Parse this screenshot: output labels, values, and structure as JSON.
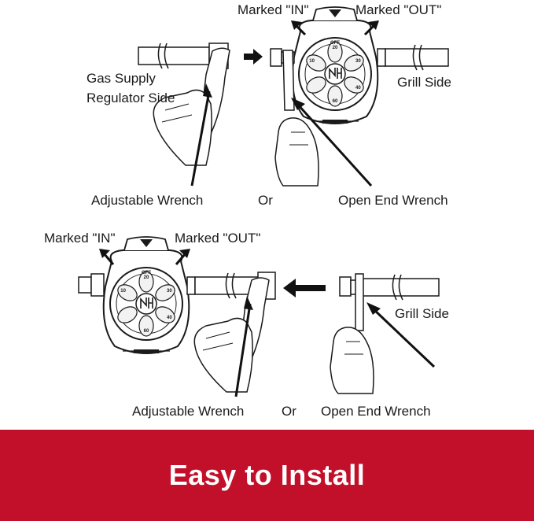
{
  "labels": {
    "top_in": "Marked \"IN\"",
    "top_out": "Marked \"OUT\"",
    "gas_supply_1": "Gas Supply",
    "gas_supply_2": "Regulator Side",
    "grill_side_top": "Grill Side",
    "adj_wrench_top": "Adjustable Wrench",
    "or_top": "Or",
    "open_wrench_top": "Open End Wrench",
    "bottom_in": "Marked \"IN\"",
    "bottom_out": "Marked \"OUT\"",
    "grill_side_bottom": "Grill Side",
    "adj_wrench_bottom": "Adjustable Wrench",
    "or_bottom": "Or",
    "open_wrench_bottom": "Open End Wrench"
  },
  "regulator_dial": {
    "off": "OFF",
    "marks": [
      "10",
      "20",
      "30",
      "40",
      "60"
    ]
  },
  "banner": {
    "title": "Easy to Install",
    "color": "#c3102a"
  }
}
